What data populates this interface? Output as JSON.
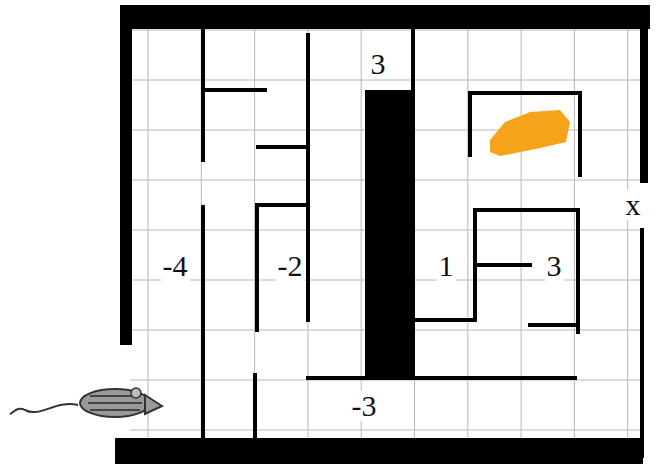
{
  "diagram": {
    "labels": [
      "3",
      "-4",
      "-2",
      "1",
      "3",
      "-3",
      "x"
    ]
  }
}
